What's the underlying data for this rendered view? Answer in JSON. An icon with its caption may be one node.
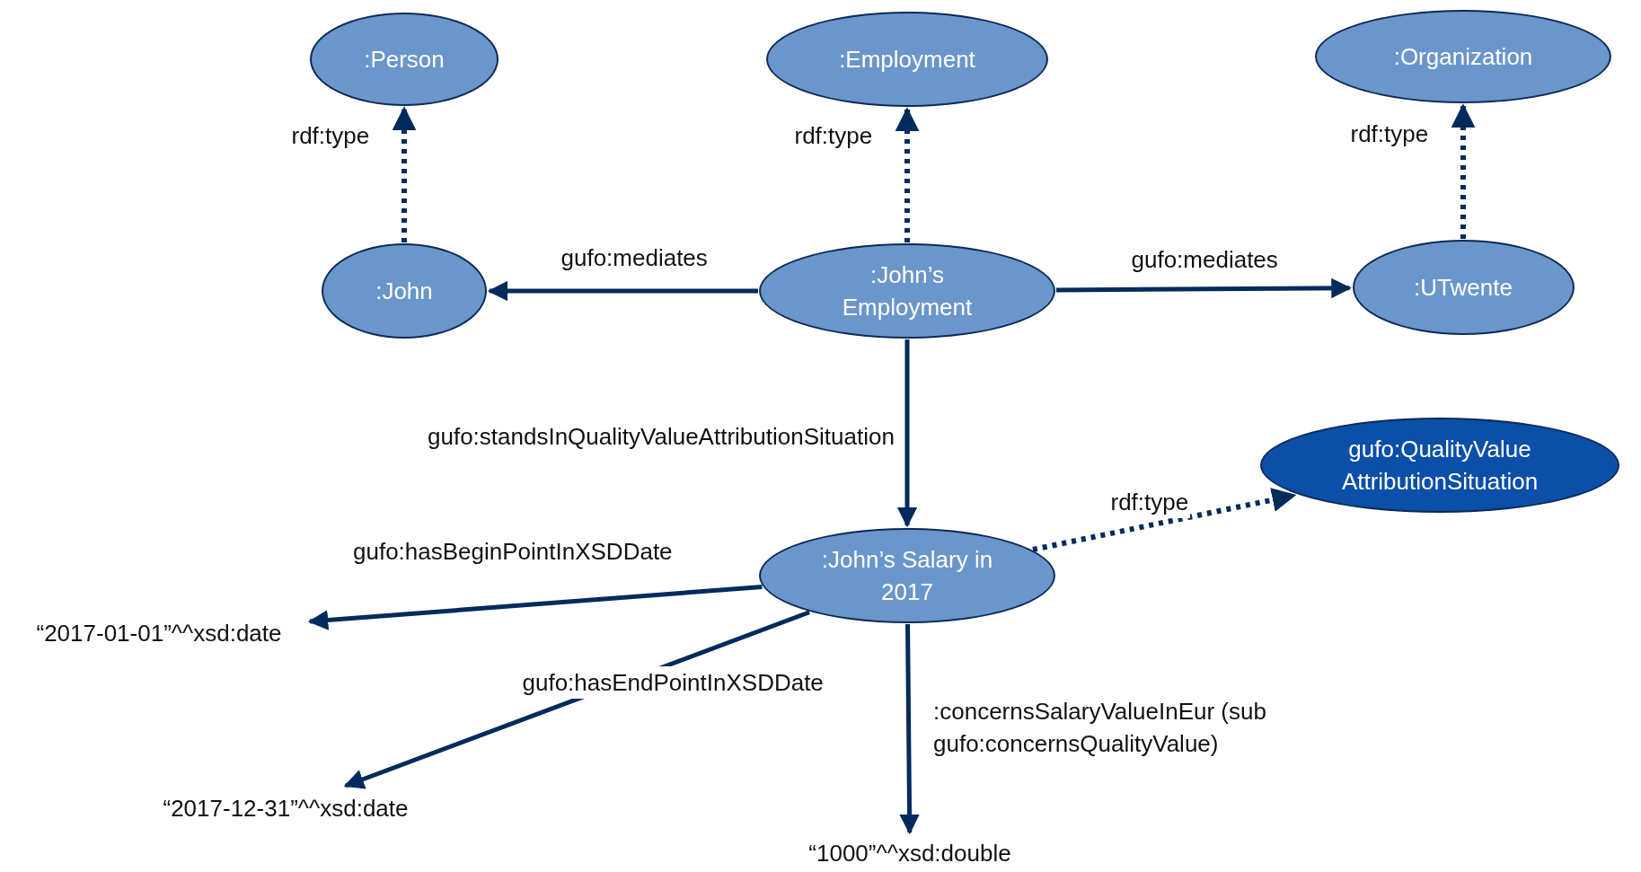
{
  "diagram": {
    "nodes": [
      {
        "text": [
          ":Person"
        ]
      },
      {
        "text": [
          ":Employment"
        ]
      },
      {
        "text": [
          ":Organization"
        ]
      },
      {
        "text": [
          ":John"
        ]
      },
      {
        "text": [
          ":John’s Employment"
        ]
      },
      {
        "text": [
          ":UTwente"
        ]
      },
      {
        "text": [
          "gufo:QualityValue AttributionSituation"
        ]
      },
      {
        "text": [
          ":John’s Salary in 2017"
        ]
      },
      {
        "text": [
          "“2017-01-01”^^xsd:date"
        ]
      },
      {
        "text": [
          "“2017-12-31”^^xsd:date"
        ]
      },
      {
        "text": [
          "“1000”^^xsd:double"
        ]
      }
    ],
    "edges": [
      {
        "from": 3,
        "to": 0,
        "arrow": "to",
        "label": "rdf:type",
        "style": "dashed"
      },
      {
        "from": 4,
        "to": 1,
        "arrow": "to",
        "label": "rdf:type",
        "style": "dashed"
      },
      {
        "from": 5,
        "to": 2,
        "arrow": "to",
        "label": "rdf:type",
        "style": "dashed"
      },
      {
        "from": 4,
        "to": 3,
        "arrow": "to",
        "label": "gufo:mediates"
      },
      {
        "from": 4,
        "to": 5,
        "arrow": "to",
        "label": "gufo:mediates"
      },
      {
        "from": 4,
        "to": 7,
        "arrow": "to",
        "label": "gufo:standsInQualityValueAttributionSituation"
      },
      {
        "from": 7,
        "to": 6,
        "arrow": "to",
        "label": "rdf:type",
        "style": "dashed"
      },
      {
        "from": 7,
        "to": 8,
        "arrow": "to",
        "label": "gufo:hasBeginPointInXSDDate"
      },
      {
        "from": 7,
        "to": 9,
        "arrow": "to",
        "label": "gufo:hasEndPointInXSDDate"
      },
      {
        "from": 7,
        "to": 10,
        "arrow": "to",
        "label": ":concernsSalaryValueInEur (sub gufo:concernsQualityValue)"
      }
    ]
  }
}
